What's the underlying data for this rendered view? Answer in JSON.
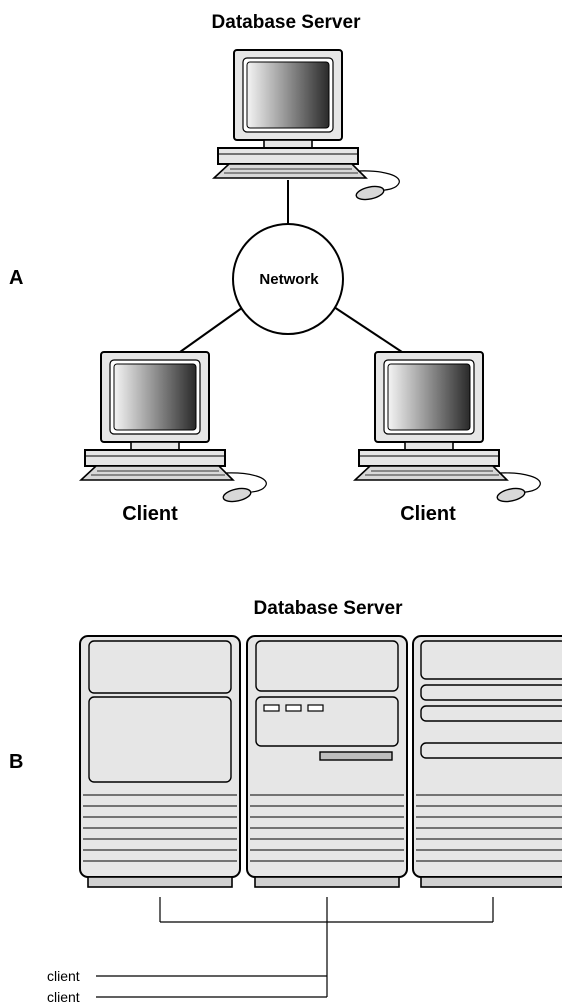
{
  "panel_a": {
    "label": "A",
    "server_title": "Database Server",
    "network_label": "Network",
    "client_left_label": "Client",
    "client_right_label": "Client"
  },
  "panel_b": {
    "label": "B",
    "server_title": "Database Server",
    "client_1_label": "client",
    "client_2_label": "client"
  }
}
